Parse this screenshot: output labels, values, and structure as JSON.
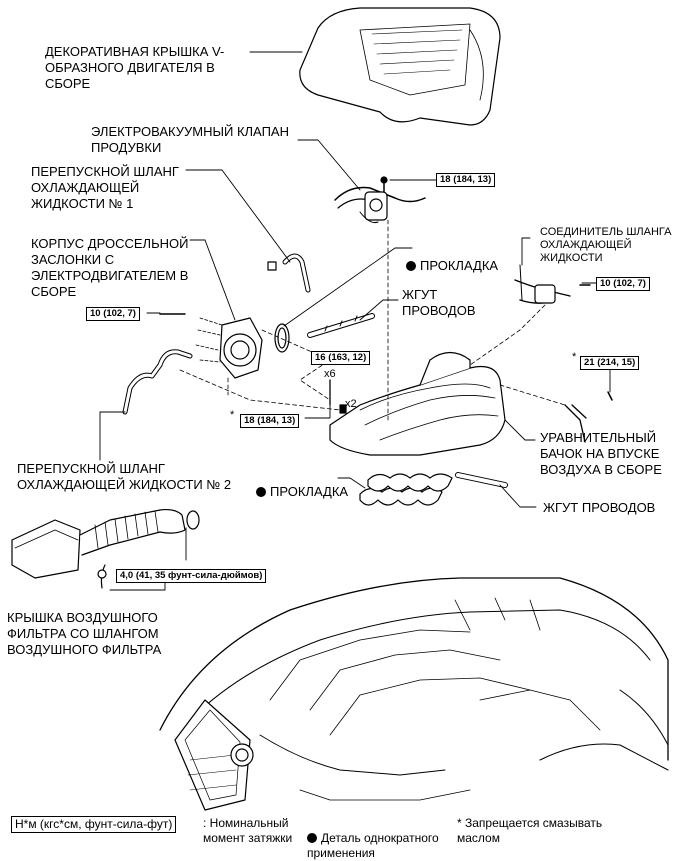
{
  "labels": {
    "cover": "ДЕКОРАТИВНАЯ КРЫШКА V-\nОБРАЗНОГО ДВИГАТЕЛЯ В\nСБОРЕ",
    "vsv": "ЭЛЕКТРОВАКУУМНЫЙ КЛАПАН\nПРОДУВКИ",
    "bypass1": "ПЕРЕПУСКНОЙ ШЛАНГ\nОХЛАЖДАЮЩЕЙ\nЖИДКОСТИ № 1",
    "throttle": "КОРПУС ДРОССЕЛЬНОЙ\nЗАСЛОНКИ С\nЭЛЕКТРОДВИГАТЕЛЕМ В\nСБОРЕ",
    "gasket_top": "ПРОКЛАДКА",
    "wire_top": "ЖГУТ\nПРОВОДОВ",
    "hose_connector": "СОЕДИНИТЕЛЬ ШЛАНГА\nОХЛАЖДАЮЩЕЙ\nЖИДКОСТИ",
    "plenum": "УРАВНИТЕЛЬНЫЙ\nБАЧОК НА ВПУСКЕ\nВОЗДУХА В СБОРЕ",
    "bypass2": "ПЕРЕПУСКНОЙ ШЛАНГ\nОХЛАЖДАЮЩЕЙ ЖИДКОСТИ № 2",
    "gasket_bottom": "ПРОКЛАДКА",
    "wire_bottom": "ЖГУТ ПРОВОДОВ",
    "air_filter": "КРЫШКА ВОЗДУШНОГО\nФИЛЬТРА СО ШЛАНГОМ\nВОЗДУШНОГО ФИЛЬТРА"
  },
  "torques": {
    "vsv": "18 (184, 13)",
    "throttle": "10 (102, 7)",
    "hose_connector": "10 (102, 7)",
    "plenum_center": "16 (163, 12)",
    "plenum_right": "21 (214, 15)",
    "plenum_left": "18 (184, 13)",
    "air_filter": "4,0 (41, 35 фунт-сила-дюймов)"
  },
  "markers": {
    "star": "*",
    "x6": "x6",
    "x2": "x2"
  },
  "legend": {
    "unit_box": "Н*м (кгс*см, фунт-сила-фут)",
    "unit_text": ": Номинальный\nмомент затяжки",
    "nonreusable": "Деталь однократного\nприменения",
    "no_oil": "* Запрещается смазывать\nмаслом"
  },
  "colors": {
    "ink": "#000000",
    "paper": "#ffffff"
  }
}
